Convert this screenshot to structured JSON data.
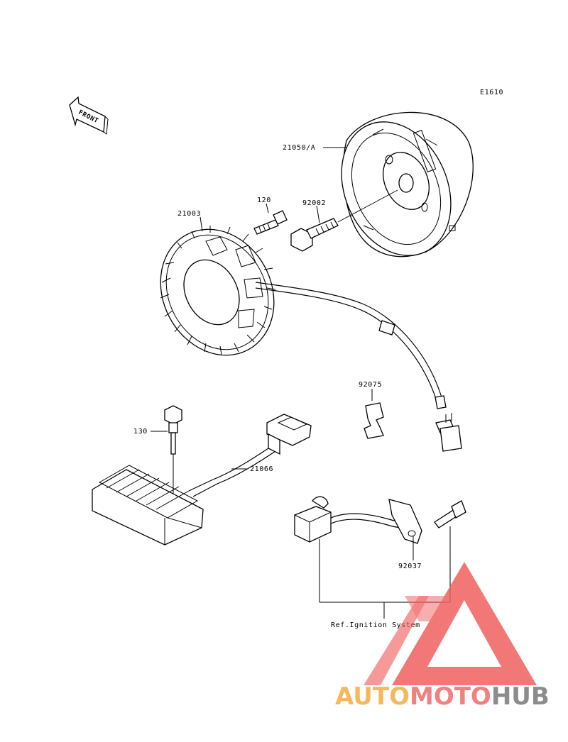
{
  "diagram": {
    "code": "E1610",
    "front_label": "FRONT",
    "ref_label": "Ref.Ignition System",
    "callouts": {
      "flywheel": "21050/A",
      "stator": "21003",
      "bolt_small": "120",
      "flywheel_bolt": "92002",
      "clamp": "92075",
      "regulator_bolt": "130",
      "regulator": "21066",
      "collar": "92037"
    }
  },
  "watermark": {
    "part1": "AUTO",
    "part2": "MOTO",
    "part3": "HUB",
    "colors": {
      "auto": "#f6b85c",
      "moto": "#f28080",
      "hub": "#8c8c8c",
      "triangle": "#f06060"
    }
  }
}
